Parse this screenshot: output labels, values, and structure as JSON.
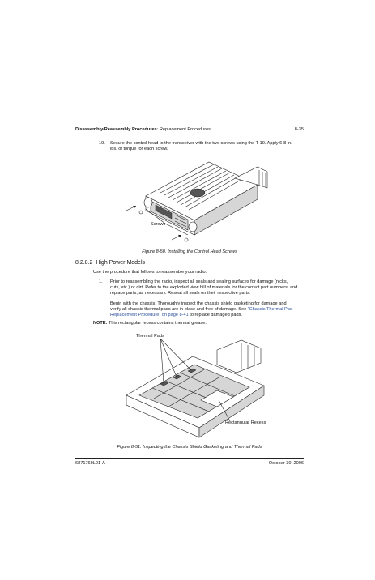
{
  "header": {
    "section_bold": "Disassembly/Reassembly Procedures",
    "section_rest": ": Replacement Procedures",
    "page_number": "8-35"
  },
  "step19": {
    "number": "19.",
    "text": "Secure the control head to the transceiver with the two screws using the T-10. Apply 6-8 in.-lbs. of torque for each screw."
  },
  "figure50": {
    "callout_screws": "Screws",
    "caption": "Figure 8-50.  Installing the Control Head Screws"
  },
  "section": {
    "number": "8.2.8.2",
    "title": "High Power Models",
    "intro": "Use the procedure that follows to reassemble your radio."
  },
  "step1": {
    "number": "1.",
    "para1": "Prior to reassembling the radio, inspect all seals and sealing surfaces for damage (nicks, cuts, etc.) or dirt. Refer to the exploded view bill of materials for the correct part numbers, and replace parts, as necessary. Reseat all seals on their respective parts.",
    "para2_lead": "Begin with the chassis. Thoroughly inspect the chassis shield gasketing for damage and verify all chassis thermal pads are in place and free of damage. See ",
    "para2_link": "“Chassis Thermal Pad Replacement Procedure” on page 8-41",
    "para2_tail": " to replace damaged pads."
  },
  "note": {
    "label": "NOTE:",
    "text": "This rectangular recess contains thermal grease."
  },
  "figure51": {
    "callout_pads": "Thermal Pads",
    "callout_recess": "Rectangular Recess",
    "caption": "Figure 8-51.  Inspecting the Chassis Shield Gasketing and Thermal Pads"
  },
  "footer": {
    "doc_number": "6871769L01-A",
    "date": "October 30, 2006"
  }
}
